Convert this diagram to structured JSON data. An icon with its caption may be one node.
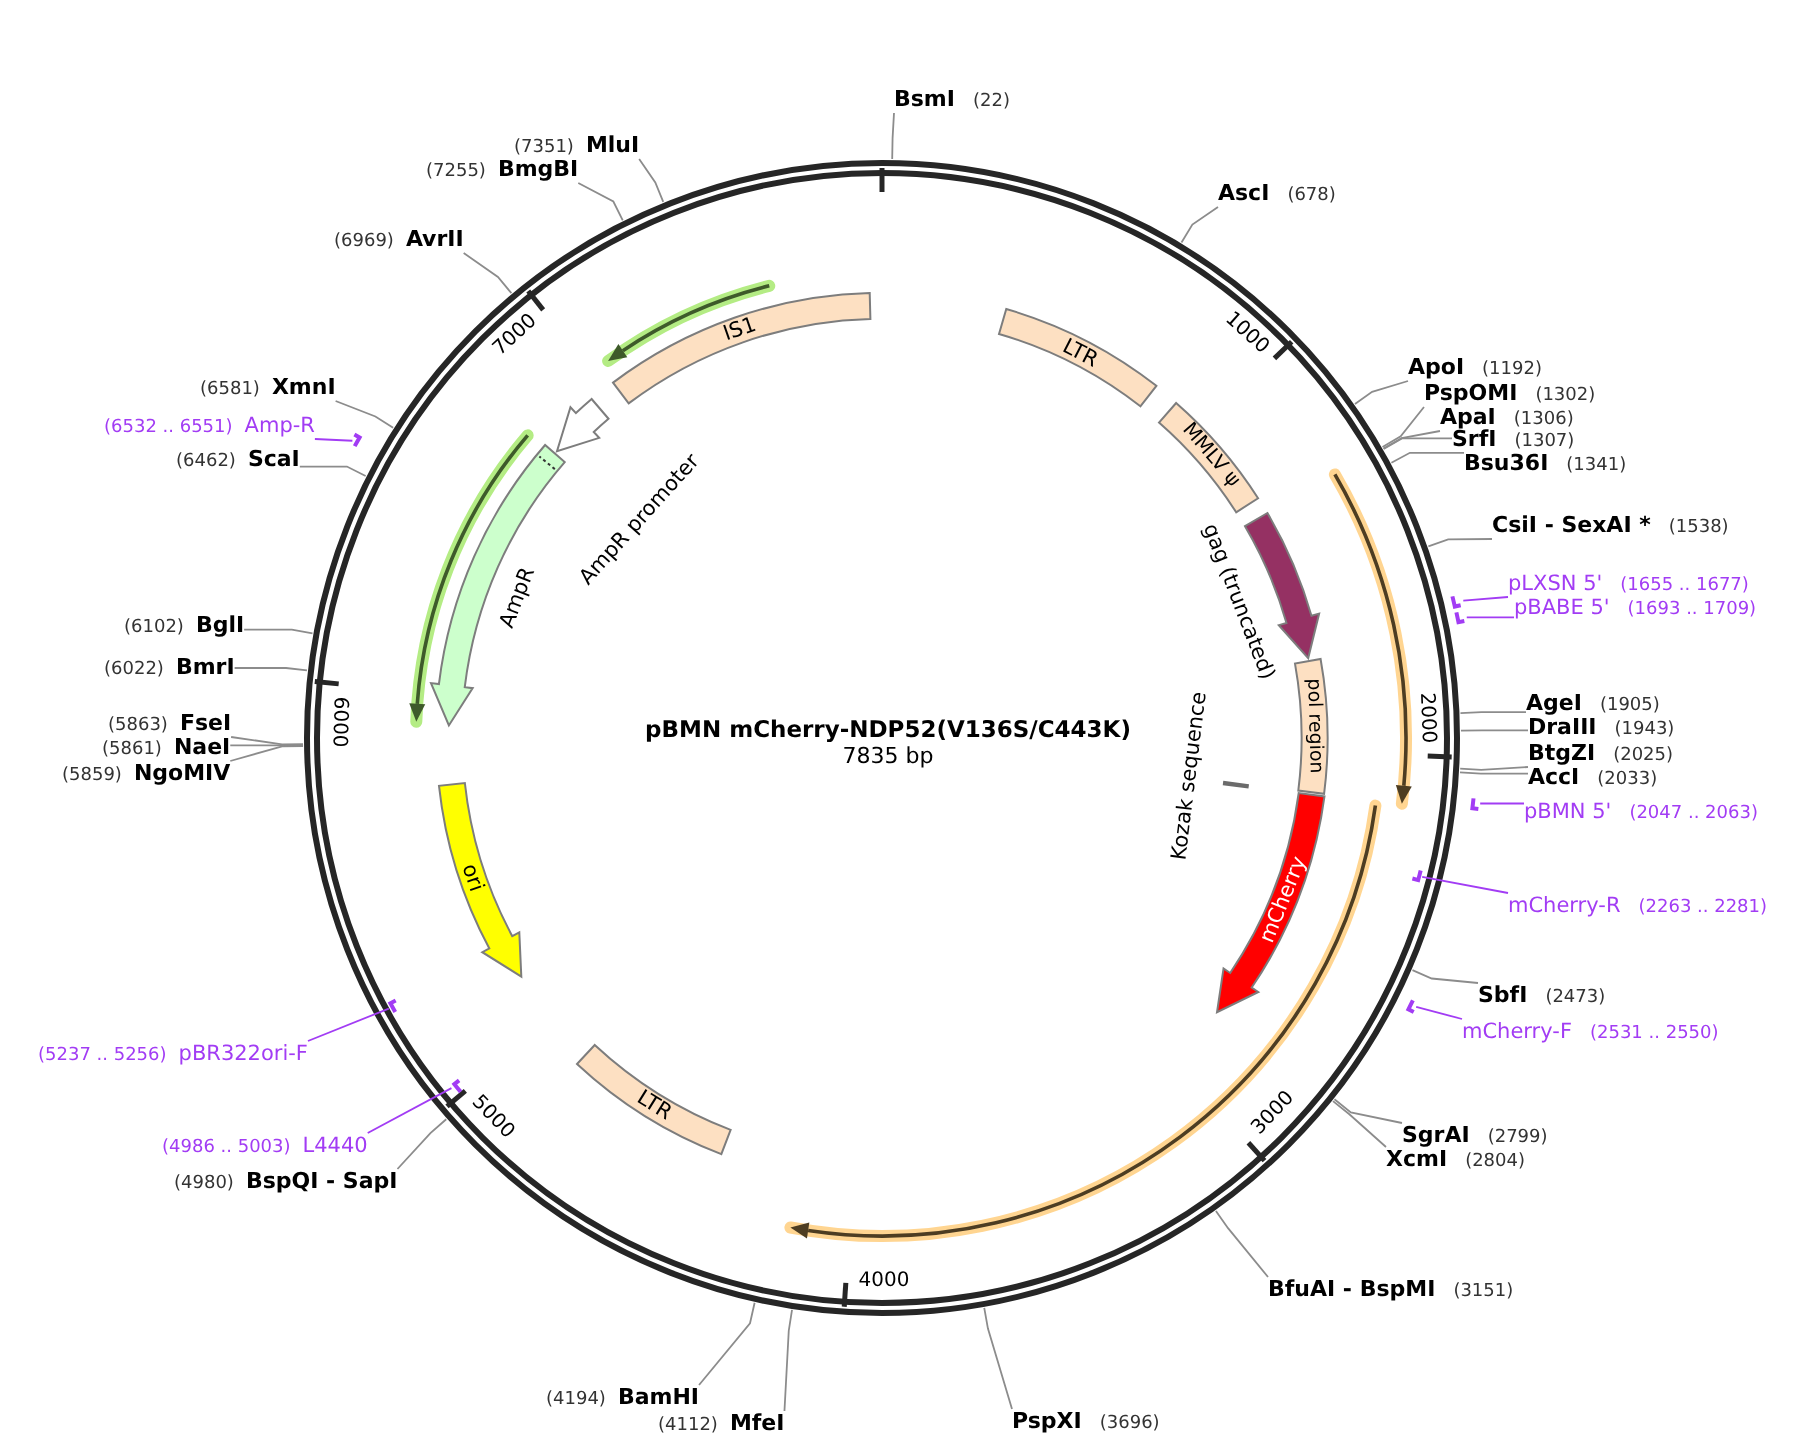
{
  "diagram": {
    "title": "pBMN mCherry-NDP52(V136S/C443K)",
    "nodes": [
      {
        "text": [
          "BsmI",
          "(22)"
        ]
      },
      {
        "text": [
          "AscI",
          "(678)"
        ]
      },
      {
        "text": [
          "ApoI",
          "(1192)"
        ]
      },
      {
        "text": [
          "PspOMI",
          "(1302)"
        ]
      },
      {
        "text": [
          "ApaI",
          "(1306)"
        ]
      },
      {
        "text": [
          "SrfI",
          "(1307)"
        ]
      },
      {
        "text": [
          "Bsu36I",
          "(1341)"
        ]
      },
      {
        "text": [
          "CsiI - SexAI *",
          "(1538)"
        ]
      },
      {
        "text": [
          "pLXSN 5'",
          "(1655 .. 1677)"
        ]
      },
      {
        "text": [],
        "shape": "bar"
      },
      {
        "text": [
          "pBABE 5'",
          "(1693 .. 1709)"
        ]
      },
      {
        "text": [],
        "shape": "bar"
      },
      {
        "text": [
          "AgeI",
          "(1905)"
        ]
      },
      {
        "text": [
          "DraIII",
          "(1943)"
        ]
      },
      {
        "text": [
          "BtgZI",
          "(2025)"
        ]
      },
      {
        "text": [
          "AccI",
          "(2033)"
        ]
      },
      {
        "text": [
          "pBMN 5'",
          "(2047 .. 2063)"
        ]
      },
      {
        "text": [],
        "shape": "bar"
      },
      {
        "text": [
          "mCherry-R",
          "(2263 .. 2281)"
        ]
      },
      {
        "text": [],
        "shape": "bar"
      },
      {
        "text": [
          "SbfI",
          "(2473)"
        ]
      },
      {
        "text": [
          "mCherry-F",
          "(2531 .. 2550)"
        ]
      },
      {
        "text": [],
        "shape": "bar"
      },
      {
        "text": [
          "SgrAI",
          "(2799)"
        ]
      },
      {
        "text": [
          "XcmI",
          "(2804)"
        ]
      },
      {
        "text": [
          "BfuAI - BspMI",
          "(3151)"
        ]
      },
      {
        "text": [
          "PspXI",
          "(3696)"
        ]
      },
      {
        "text": [
          "(4112)",
          "MfeI"
        ]
      },
      {
        "text": [
          "(4194)",
          "BamHI"
        ]
      },
      {
        "text": [
          "(4980)",
          "BspQI - SapI"
        ]
      },
      {
        "text": [
          "(4986 .. 5003)",
          "L4440"
        ]
      },
      {
        "text": [],
        "shape": "bar"
      },
      {
        "text": [
          "(5237 .. 5256)",
          "pBR322ori-F"
        ]
      },
      {
        "text": [],
        "shape": "bar"
      },
      {
        "text": [
          "(5859)",
          "NgoMIV"
        ]
      },
      {
        "text": [
          "(5861)",
          "NaeI"
        ]
      },
      {
        "text": [
          "(5863)",
          "FseI"
        ]
      },
      {
        "text": [
          "(6022)",
          "BmrI"
        ]
      },
      {
        "text": [
          "(6102)",
          "BglI"
        ]
      },
      {
        "text": [
          "(6462)",
          "ScaI"
        ]
      },
      {
        "text": [
          "(6532 .. 6551)",
          "Amp-R"
        ]
      },
      {
        "text": [],
        "shape": "bar"
      },
      {
        "text": [
          "(6581)",
          "XmnI"
        ]
      },
      {
        "text": [
          "(6969)",
          "AvrII"
        ]
      },
      {
        "text": [
          "(7255)",
          "BmgBI"
        ]
      },
      {
        "text": [
          "(7351)",
          "MluI"
        ]
      },
      {
        "text": [
          "LTR"
        ]
      },
      {
        "text": [
          "MMLV ψ"
        ]
      },
      {
        "text": [
          "gag (truncated)"
        ]
      },
      {
        "text": [
          "pol region"
        ]
      },
      {
        "text": [
          "Kozak sequence"
        ]
      },
      {
        "text": [
          "mCherry"
        ]
      },
      {
        "text": [
          "LTR"
        ]
      },
      {
        "text": [
          "ori"
        ]
      },
      {
        "text": [
          "AmpR"
        ]
      },
      {
        "text": [
          "AmpR promoter"
        ]
      },
      {
        "text": [
          "IS1"
        ]
      }
    ],
    "edges": [
      {
        "from": 0,
        "to": null,
        "arrow": "none"
      },
      {
        "from": 1,
        "to": null,
        "arrow": "none"
      },
      {
        "from": 2,
        "to": null,
        "arrow": "none"
      },
      {
        "from": 3,
        "to": null,
        "arrow": "none"
      },
      {
        "from": 4,
        "to": null,
        "arrow": "none"
      },
      {
        "from": 5,
        "to": null,
        "arrow": "none"
      },
      {
        "from": 6,
        "to": null,
        "arrow": "none"
      },
      {
        "from": 7,
        "to": null,
        "arrow": "none"
      },
      {
        "from": 8,
        "to": 9,
        "arrow": "none",
        "color": "#a23cf4"
      },
      {
        "from": 10,
        "to": 11,
        "arrow": "none",
        "color": "#a23cf4"
      },
      {
        "from": 12,
        "to": null,
        "arrow": "none"
      },
      {
        "from": 13,
        "to": null,
        "arrow": "none"
      },
      {
        "from": 14,
        "to": null,
        "arrow": "none"
      },
      {
        "from": 15,
        "to": null,
        "arrow": "none"
      },
      {
        "from": 16,
        "to": 17,
        "arrow": "none",
        "color": "#a23cf4"
      },
      {
        "from": 18,
        "to": 19,
        "arrow": "none",
        "color": "#a23cf4"
      },
      {
        "from": 20,
        "to": null,
        "arrow": "none"
      },
      {
        "from": 21,
        "to": 22,
        "arrow": "none",
        "color": "#a23cf4"
      },
      {
        "from": 23,
        "to": null,
        "arrow": "none"
      },
      {
        "from": 24,
        "to": null,
        "arrow": "none"
      },
      {
        "from": 25,
        "to": null,
        "arrow": "none"
      },
      {
        "from": 26,
        "to": null,
        "arrow": "none"
      },
      {
        "from": 27,
        "to": null,
        "arrow": "none"
      },
      {
        "from": 28,
        "to": null,
        "arrow": "none"
      },
      {
        "from": 29,
        "to": null,
        "arrow": "none"
      },
      {
        "from": 30,
        "to": 31,
        "arrow": "none",
        "color": "#a23cf4"
      },
      {
        "from": 32,
        "to": 33,
        "arrow": "none",
        "color": "#a23cf4"
      },
      {
        "from": 34,
        "to": null,
        "arrow": "none"
      },
      {
        "from": 35,
        "to": null,
        "arrow": "none"
      },
      {
        "from": 36,
        "to": null,
        "arrow": "none"
      },
      {
        "from": 37,
        "to": null,
        "arrow": "none"
      },
      {
        "from": 38,
        "to": null,
        "arrow": "none"
      },
      {
        "from": 39,
        "to": null,
        "arrow": "none"
      },
      {
        "from": 40,
        "to": 41,
        "arrow": "none",
        "color": "#a23cf4"
      },
      {
        "from": 42,
        "to": null,
        "arrow": "none"
      },
      {
        "from": 43,
        "to": null,
        "arrow": "none"
      },
      {
        "from": 44,
        "to": null,
        "arrow": "none"
      },
      {
        "from": 45,
        "to": null,
        "arrow": "none"
      }
    ],
    "labels": [
      "7835 bp",
      "1000",
      "2000",
      "3000",
      "4000",
      "5000",
      "6000",
      "7000"
    ]
  }
}
